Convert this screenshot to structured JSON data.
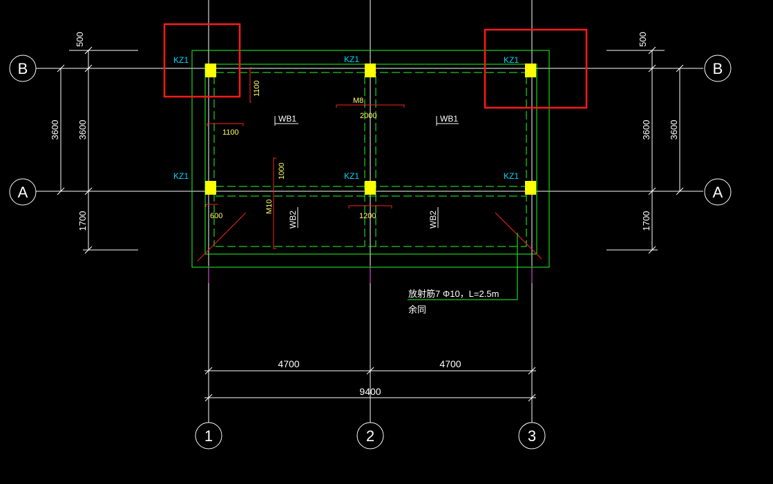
{
  "axes": {
    "rows": [
      {
        "id": "B",
        "label": "B"
      },
      {
        "id": "A",
        "label": "A"
      }
    ],
    "cols": [
      {
        "id": "1",
        "label": "1"
      },
      {
        "id": "2",
        "label": "2"
      },
      {
        "id": "3",
        "label": "3"
      }
    ]
  },
  "dimensions": {
    "left_top": "500",
    "left_outer_span": "3600",
    "left_inner_span": "3600",
    "left_bottom": "1700",
    "right_top": "500",
    "right_outer_span": "3600",
    "right_inner_span": "3600",
    "right_bottom": "1700",
    "bottom_span_left": "4700",
    "bottom_span_right": "4700",
    "bottom_total": "9400"
  },
  "columns": {
    "label": "KZ1"
  },
  "slabs": {
    "wb1_left": "WB1",
    "wb1_right": "WB1",
    "wb2_left": "WB2",
    "wb2_right": "WB2"
  },
  "rebar": {
    "m8_label": "M8",
    "m8_length": "2000",
    "m10_label": "M10",
    "m10_length": "1000",
    "top_left_v": "1100",
    "top_left_h": "1100",
    "mid_bottom": "1200",
    "bottom_left": "600"
  },
  "note": {
    "line1": "放射筋7 Φ10，L=2.5m",
    "line2": "余同"
  },
  "colors": {
    "background": "#000000",
    "axis_line": "#ffffff",
    "outline_green": "#22ff22",
    "dashed_green": "#22ff22",
    "column_yellow": "#ffff00",
    "rebar_red": "#ff2020",
    "label_cyan": "#00d8ff",
    "highlight_red": "#ff1a1a"
  }
}
